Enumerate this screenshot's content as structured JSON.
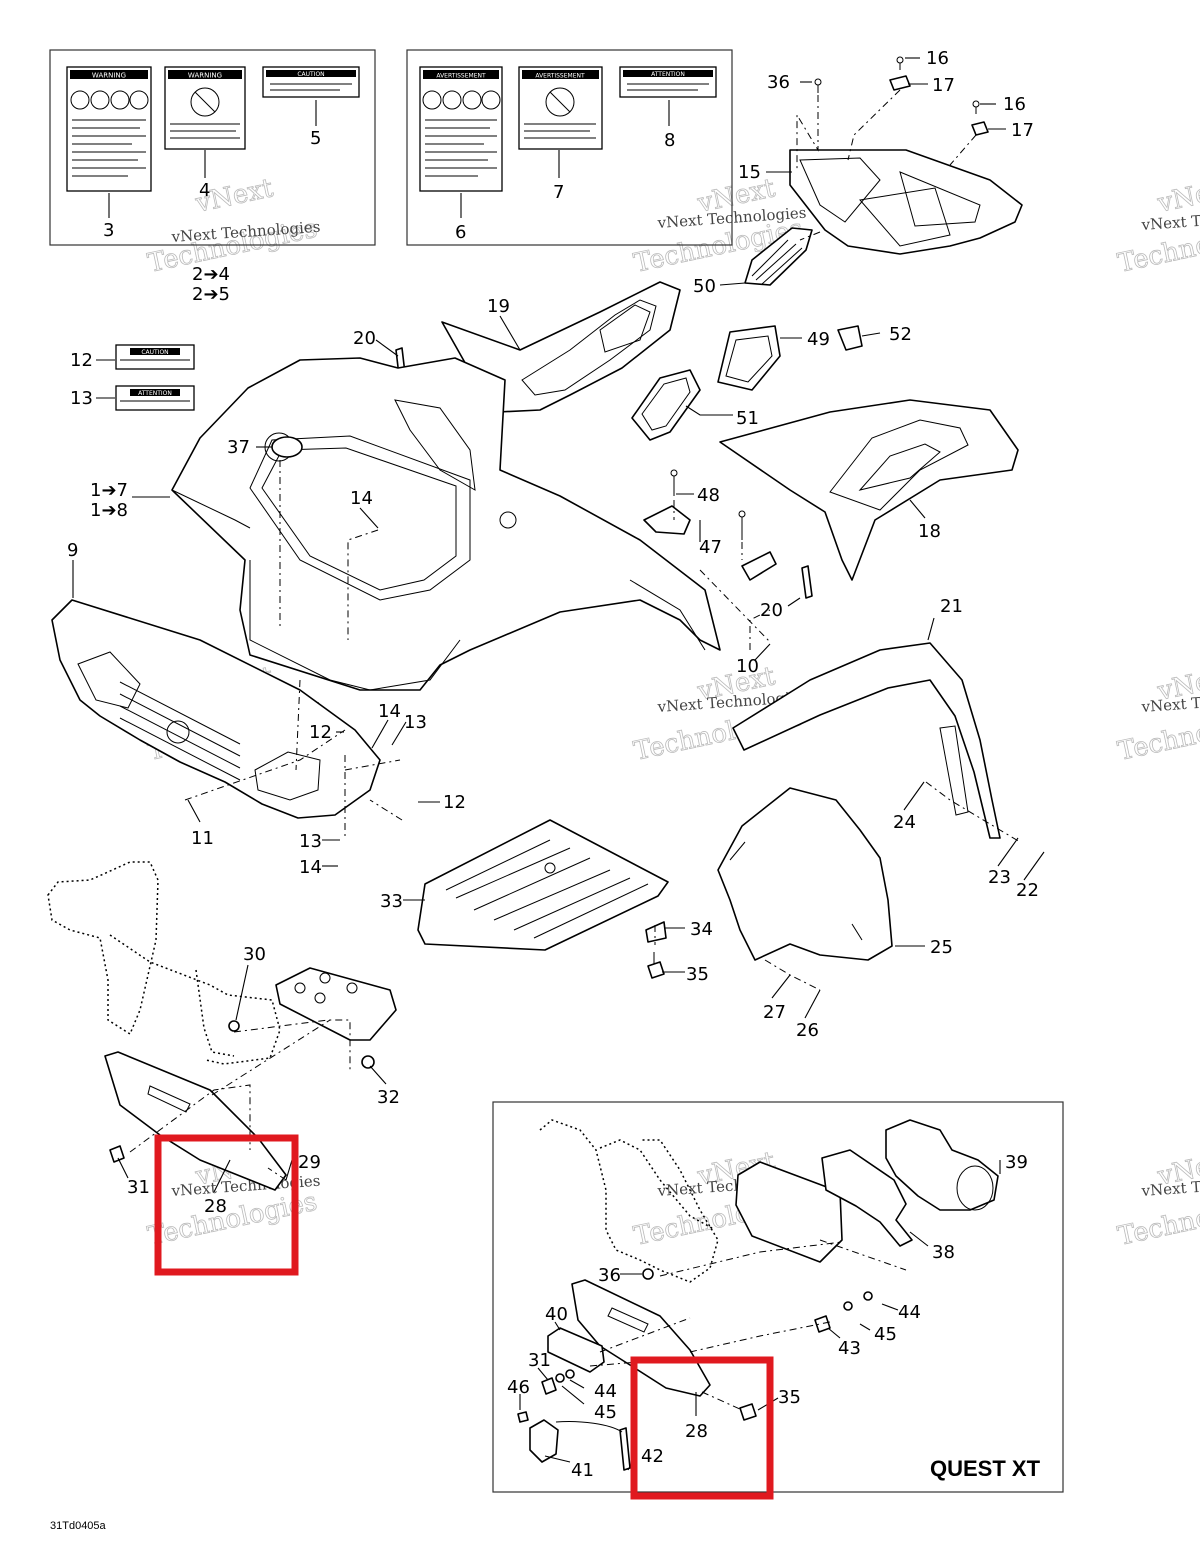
{
  "figure_code": "31Td0405a",
  "inset_title": "QUEST XT",
  "watermark": {
    "line1": "vNext",
    "line2": "Technologies",
    "small": "vNext Technologies"
  },
  "highlight_color": "#e0191f",
  "decals": {
    "warning": "WARNING",
    "caution": "CAUTION",
    "attention": "ATTENTION",
    "avertissement": "AVERTISSEMENT"
  },
  "notes": {
    "n2_4": "2➔4",
    "n2_5": "2➔5",
    "n1_7": "1➔7",
    "n1_8": "1➔8"
  },
  "callouts": {
    "c3": "3",
    "c4": "4",
    "c5": "5",
    "c6": "6",
    "c7": "7",
    "c8": "8",
    "c16a": "16",
    "c17a": "17",
    "c36a": "36",
    "c16b": "16",
    "c17b": "17",
    "c15": "15",
    "c50": "50",
    "c19": "19",
    "c20a": "20",
    "c49": "49",
    "c52": "52",
    "c12a": "12",
    "c13a": "13",
    "c37": "37",
    "c51": "51",
    "c18": "18",
    "c14a": "14",
    "c48": "48",
    "c47": "47",
    "c9": "9",
    "c20b": "20",
    "c21": "21",
    "c10": "10",
    "c14b": "14",
    "c13b": "13",
    "c12b": "12",
    "c12c": "12",
    "c11": "11",
    "c13c": "13",
    "c14c": "14",
    "c24": "24",
    "c23": "23",
    "c22": "22",
    "c33": "33",
    "c34": "34",
    "c35a": "35",
    "c25": "25",
    "c30": "30",
    "c27": "27",
    "c26": "26",
    "c32": "32",
    "c29": "29",
    "c31a": "31",
    "c28a": "28",
    "c39": "39",
    "c38": "38",
    "c36b": "36",
    "c40": "40",
    "c44a": "44",
    "c45a": "45",
    "c43": "43",
    "c31b": "31",
    "c44b": "44",
    "c45b": "45",
    "c46": "46",
    "c35b": "35",
    "c28b": "28",
    "c42": "42",
    "c41": "41"
  }
}
